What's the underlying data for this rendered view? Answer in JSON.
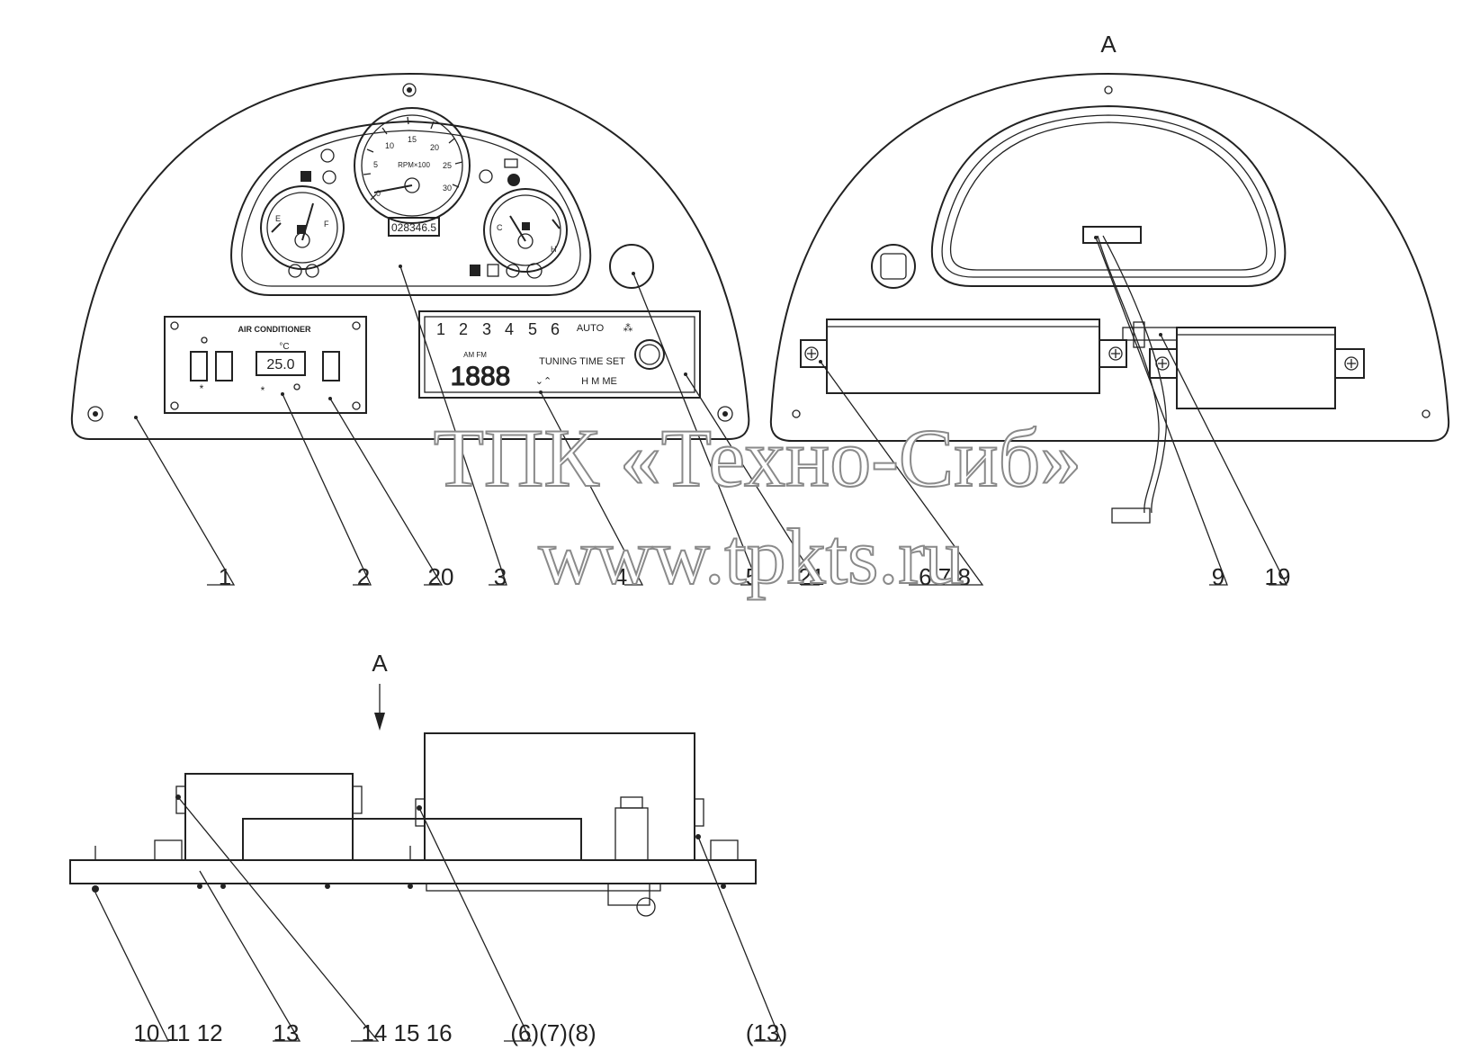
{
  "view_label": "A",
  "section_arrow_label": "A",
  "panel": {
    "ac_title": "AIR CONDITIONER",
    "ac_unit": "°C",
    "ac_temp": "25.0",
    "odometer": "028346.5",
    "tacho_unit": "RPM×100",
    "tacho_ticks": [
      "0",
      "5",
      "10",
      "15",
      "20",
      "25",
      "30"
    ],
    "fuel_e": "E",
    "fuel_f": "F",
    "temp_c": "C",
    "temp_h": "H",
    "radio_presets": [
      "1",
      "2",
      "3",
      "4",
      "5",
      "6"
    ],
    "radio_auto": "AUTO",
    "radio_band": "AM FM",
    "radio_freq": "1888",
    "radio_tuning": "TUNING TIME  SET",
    "radio_hm": "H  M  ME"
  },
  "callouts": {
    "c1": "1",
    "c2": "2",
    "c20": "20",
    "c3": "3",
    "c4": "4",
    "c5": "5",
    "c21": "21",
    "c678": "6  7  8",
    "c9": "9",
    "c19": "19",
    "c10": "10  11  12",
    "c13": "13",
    "c14": "14  15  16",
    "c6p": "(6)(7)(8)",
    "c13p": "(13)"
  },
  "watermark": {
    "line1": "ТПК «Техно-Сиб»",
    "line2": "www.tpkts.ru"
  }
}
